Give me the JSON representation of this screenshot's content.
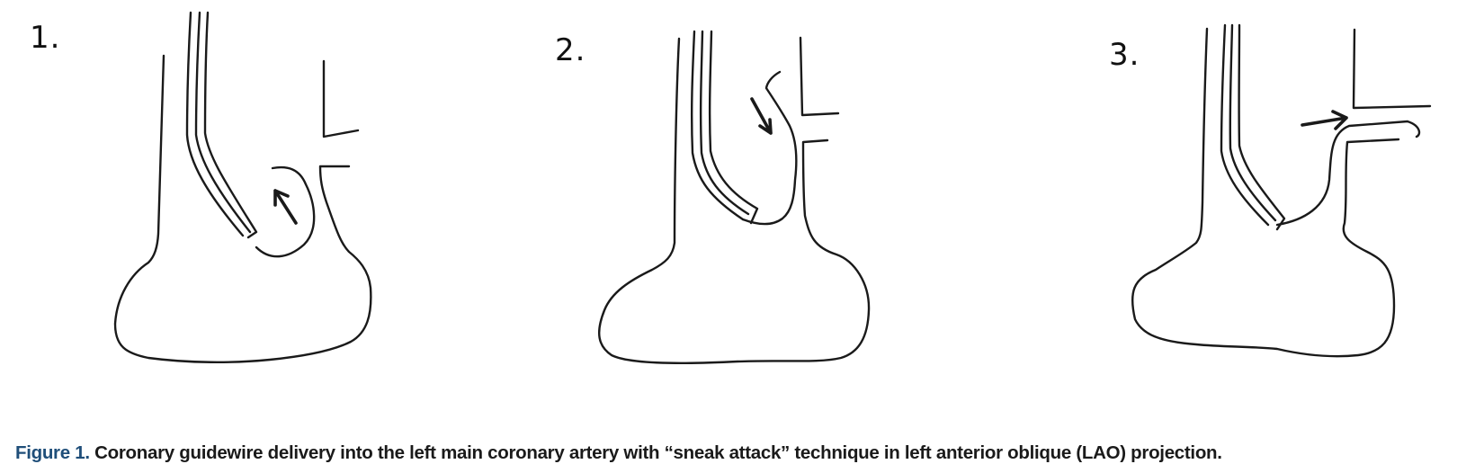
{
  "figure": {
    "panels": [
      {
        "label": "1.",
        "arrow_direction": "up-left"
      },
      {
        "label": "2.",
        "arrow_direction": "down-right"
      },
      {
        "label": "3.",
        "arrow_direction": "right"
      }
    ]
  },
  "caption": {
    "number": "Figure 1.",
    "text": " Coronary guidewire delivery into the left main coronary artery with “sneak attack” technique in left anterior oblique (LAO) projection."
  },
  "colors": {
    "caption_number": "#1f4e79",
    "caption_text": "#1a1a1a",
    "line": "#1a1a1a"
  }
}
